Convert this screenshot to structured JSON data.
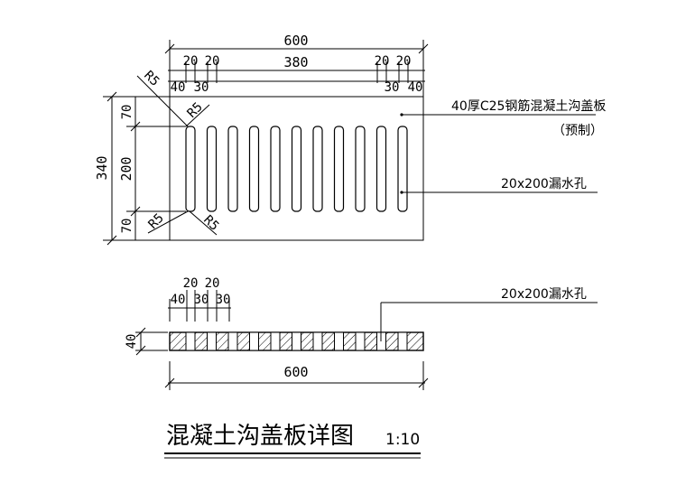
{
  "plan": {
    "top_dims": {
      "overall": "600",
      "inner": "380",
      "left_20a": "20",
      "left_20b": "20",
      "right_20a": "20",
      "right_20b": "20",
      "left_40": "40",
      "left_30": "30",
      "right_30": "30",
      "right_40": "40"
    },
    "left_dims": {
      "overall": "340",
      "top": "70",
      "middle": "200",
      "bottom": "70"
    },
    "radii": {
      "r_top_outer": "R5",
      "r_top_inner": "R5",
      "r_bottom_left": "R5",
      "r_bottom_right": "R5"
    },
    "notes": {
      "slab": "40厚C25钢筋混凝土沟盖板",
      "slab_sub": "（预制）",
      "holes": "20x200漏水孔"
    },
    "slot_count": 11
  },
  "section": {
    "top_dims": {
      "d20a": "20",
      "d20b": "20",
      "d40": "40",
      "d30a": "30",
      "d30b": "30"
    },
    "thickness": "40",
    "bottom_overall": "600",
    "note_holes": "20x200漏水孔",
    "gap_count": 11
  },
  "title_block": {
    "title": "混凝土沟盖板详图",
    "scale": "1:10"
  }
}
